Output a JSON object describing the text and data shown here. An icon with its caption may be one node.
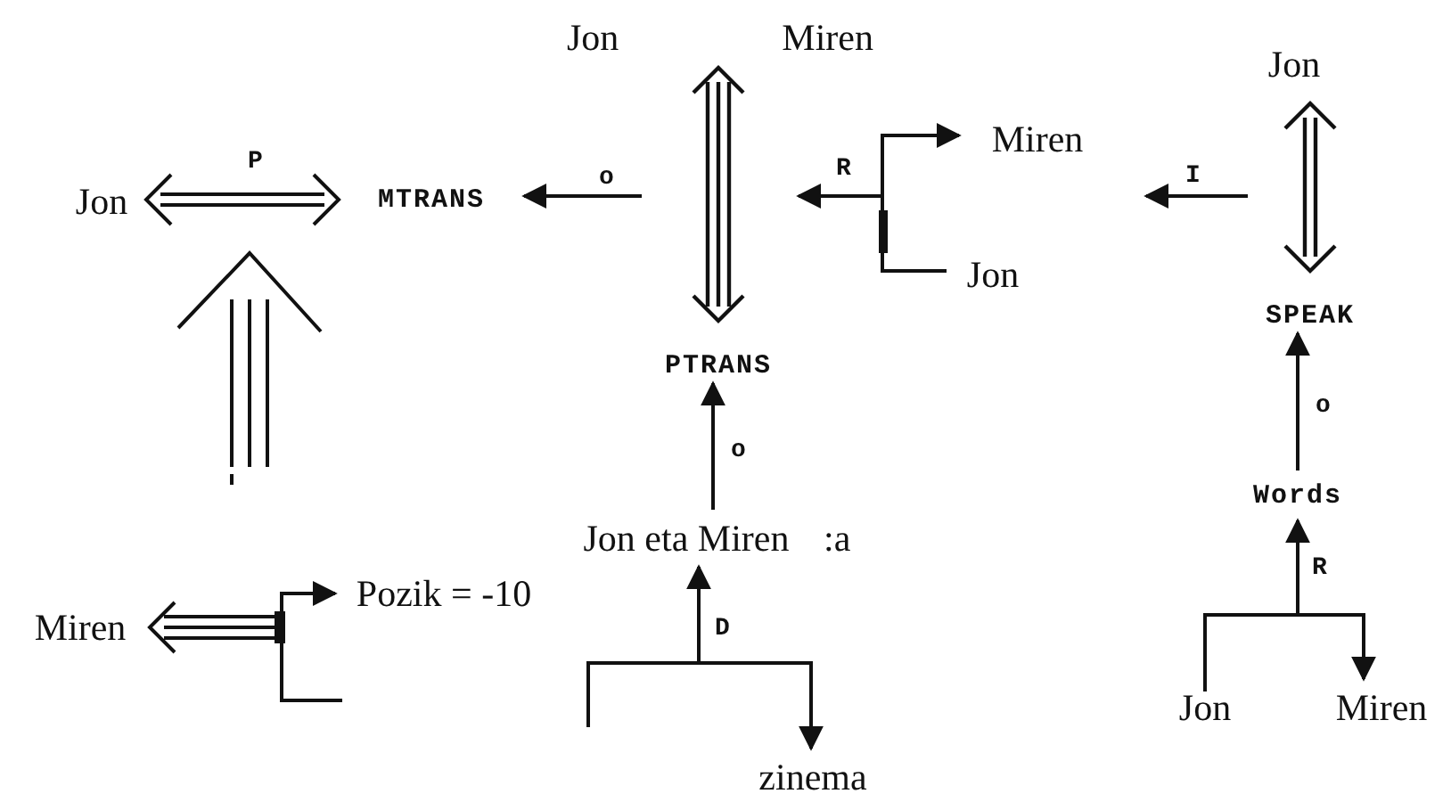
{
  "diagram": {
    "nodes": [
      {
        "text": [
          "Jon"
        ]
      },
      {
        "text": [
          "MTRANS"
        ]
      },
      {
        "text": [
          "Jon",
          "Miren"
        ]
      },
      {
        "text": [
          "PTRANS"
        ]
      },
      {
        "text": [
          "Miren"
        ]
      },
      {
        "text": [
          "Jon"
        ]
      },
      {
        "text": [
          "Jon"
        ]
      },
      {
        "text": [
          "SPEAK"
        ]
      },
      {
        "text": [
          "Jon eta Miren"
        ]
      },
      {
        "text": [
          "Words"
        ]
      },
      {
        "text": [
          "Miren"
        ]
      },
      {
        "text": [
          "Pozik = -10"
        ]
      },
      {
        "text": [
          "zinema"
        ]
      },
      {
        "text": [
          "Jon"
        ]
      },
      {
        "text": [
          "Miren"
        ]
      }
    ],
    "edges": [
      {
        "from": 0,
        "to": 1,
        "arrow": "both",
        "label": "P"
      },
      {
        "from": 3,
        "to": 1,
        "arrow": "to",
        "label": "o"
      },
      {
        "from": 5,
        "to": 4,
        "arrow": "to"
      },
      {
        "from": 5,
        "to": 3,
        "arrow": "to",
        "label": "R"
      },
      {
        "from": 7,
        "to": null,
        "arrow": "to",
        "label": "I"
      },
      {
        "from": 8,
        "to": 3,
        "arrow": "to",
        "label": "o"
      },
      {
        "from": null,
        "to": 8,
        "arrow": "to",
        "label": "D"
      },
      {
        "from": null,
        "to": 12,
        "arrow": "to"
      },
      {
        "from": 9,
        "to": 7,
        "arrow": "to",
        "label": "o"
      },
      {
        "from": 13,
        "to": 9,
        "arrow": "to",
        "label": "R"
      },
      {
        "from": 13,
        "to": 14,
        "arrow": "to"
      },
      {
        "from": null,
        "to": 10,
        "arrow": "to"
      },
      {
        "from": null,
        "to": 11,
        "arrow": "to"
      }
    ],
    "labels": [
      ":a"
    ]
  }
}
